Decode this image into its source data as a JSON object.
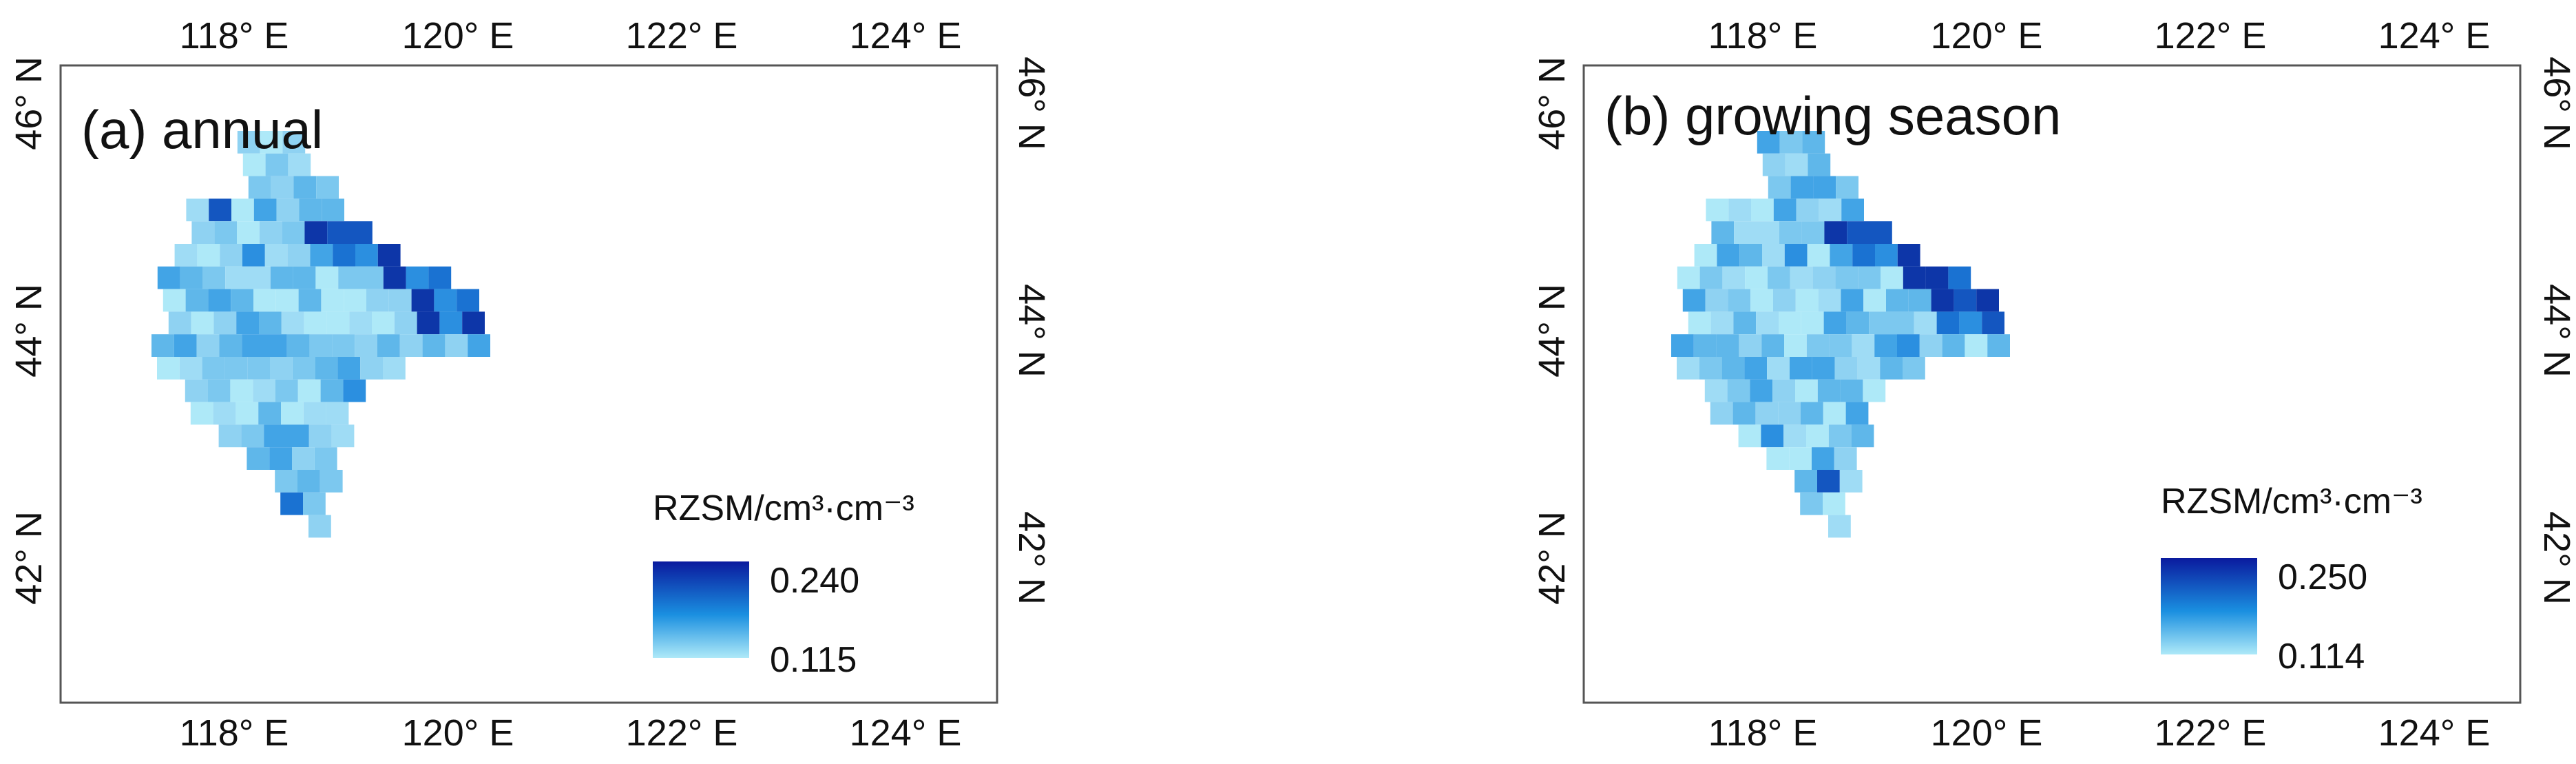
{
  "lon_ticks": [
    "118° E",
    "120° E",
    "122° E",
    "124° E"
  ],
  "lat_ticks": [
    "42° N",
    "44° N",
    "46° N"
  ],
  "panels": [
    {
      "title": "(a) annual",
      "legend": {
        "title": "RZSM/cm³·cm⁻³",
        "max": "0.240",
        "min": "0.115",
        "color_high": "#0a1a9e",
        "color_mid": "#1a8fe0",
        "color_low": "#aee9f8"
      }
    },
    {
      "title": "(b) growing season",
      "legend": {
        "title": "RZSM/cm³·cm⁻³",
        "max": "0.250",
        "min": "0.114",
        "color_high": "#0a1a9e",
        "color_mid": "#1a8fe0",
        "color_low": "#aee9f8"
      }
    }
  ],
  "map_colors": {
    "frame": "#555555",
    "background": "#ffffff"
  }
}
